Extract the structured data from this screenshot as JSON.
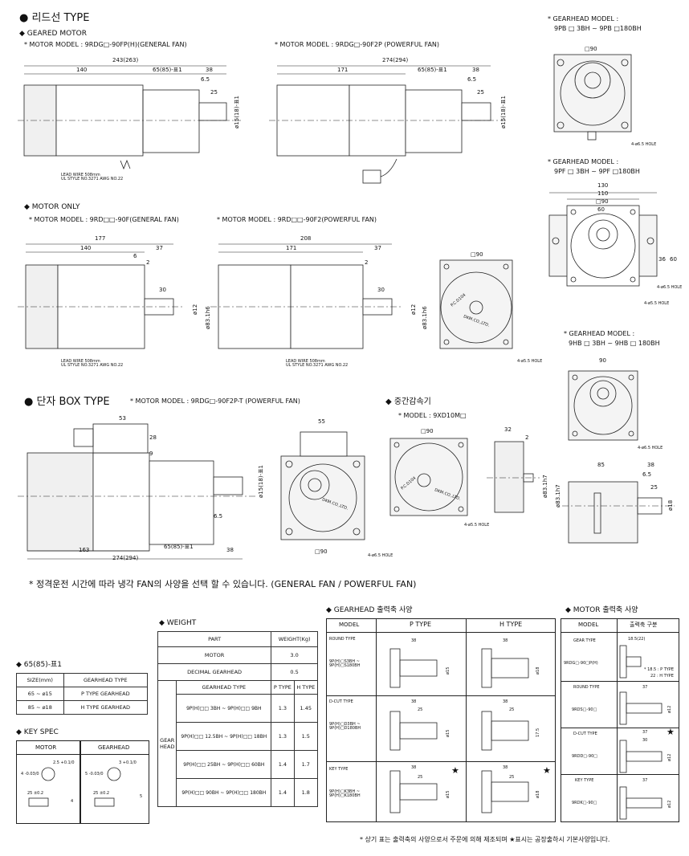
{
  "section_lead": {
    "title": "● 리드선 TYPE",
    "geared_motor": "◆ GEARED MOTOR",
    "model_general": "* MOTOR MODEL : 9RDG□-90FP(H)(GENERAL FAN)",
    "model_powerful": "* MOTOR MODEL : 9RDG□-90F2P (POWERFUL FAN)",
    "dims_g": {
      "total": "243(263)",
      "body": "140",
      "gear": "65(85)-표1",
      "shaft": "38",
      "d65": "6.5",
      "d25": "25",
      "dia": "ø15(18)-표1"
    },
    "dims_p": {
      "total": "274(294)",
      "body": "171",
      "gear": "65(85)-표1",
      "shaft": "38",
      "d65": "6.5",
      "d25": "25",
      "dia": "ø15(18)-표1"
    },
    "lead_note": "LEAD WIRE 508mm\nUL STYLE NO.3271 AWG NO.22"
  },
  "motor_only": {
    "title": "◆ MOTOR ONLY",
    "model_general": "* MOTOR MODEL : 9RD□□-90F(GENERAL FAN)",
    "model_powerful": "* MOTOR MODEL : 9RD□□-90F2(POWERFUL FAN)",
    "dims_g": {
      "total": "177",
      "body": "140",
      "shaft": "37",
      "a": "6",
      "b": "2",
      "c": "30",
      "dia": "ø12",
      "pilot": "ø83.1h6"
    },
    "dims_p": {
      "total": "208",
      "body": "171",
      "shaft": "37",
      "b": "2",
      "c": "30",
      "dia": "ø12",
      "pilot": "ø83.1h6"
    },
    "front": {
      "sq": "□90",
      "pcd": "P.C.D104",
      "hole": "4-ø5.5 HOLE",
      "logo": "DKM.CO.,LTD."
    }
  },
  "gearheads": [
    {
      "title": "* GEARHEAD MODEL :",
      "model": "9PB □ 3BH ~ 9PB □180BH",
      "sq": "□90",
      "hole": "4-ø6.5 HOLE"
    },
    {
      "title": "* GEARHEAD MODEL :",
      "model": "9PF □ 3BH ~ 9PF □180BH",
      "w1": "130",
      "w2": "110",
      "sq": "□90",
      "w3": "60",
      "h1": "36",
      "h2": "60",
      "hole1": "4-ø6.5 HOLE",
      "hole2": "4-ø5.5 HOLE"
    },
    {
      "title": "* GEARHEAD MODEL :",
      "model": "9HB □ 3BH ~ 9HB □ 180BH",
      "sq": "90",
      "hole": "4-ø6.5 HOLE",
      "d85": "85",
      "d38": "38",
      "d65": "6.5",
      "d25": "25",
      "pilot": "ø83.1h7",
      "dia": "ø18"
    }
  ],
  "box_type": {
    "title": "● 단자 BOX TYPE",
    "model": "* MOTOR MODEL : 9RDG□-90F2P-T (POWERFUL FAN)",
    "dims": {
      "top": "53",
      "h28": "28",
      "h9": "9",
      "body": "163",
      "gear": "65(85)-표1",
      "shaft": "38",
      "total": "274(294)",
      "d65": "6.5",
      "dia": "ø15(18)-표1"
    },
    "front": {
      "w": "55",
      "sq": "□90",
      "hole": "4-ø6.5 HOLE",
      "logo": "DKM.CO.,LTD."
    }
  },
  "middle": {
    "title": "◆ 중간감속기",
    "model": "* MODEL : 9XD10M□",
    "sq": "□90",
    "pcd": "P.C.D104",
    "hole": "4-ø5.5 HOLE",
    "w32": "32",
    "w2": "2",
    "pilot": "ø83.1h7",
    "logo": "DKM.CO.,LTD."
  },
  "notice": "* 정격운전 시간에 따라 냉각 FAN의 사양을 선택 할 수 있습니다. (GENERAL FAN / POWERFUL FAN)",
  "table1": {
    "title": "◆ 65(85)-표1",
    "headers": [
      "SIZE(mm)",
      "GEARHEAD TYPE"
    ],
    "rows": [
      [
        "65 ~ ø15",
        "P TYPE GEARHEAD"
      ],
      [
        "85 ~ ø18",
        "H TYPE GEARHEAD"
      ]
    ]
  },
  "keyspec": {
    "title": "◆ KEY SPEC",
    "headers": [
      "MOTOR",
      "GEARHEAD"
    ],
    "motor": [
      "2.5 +0.1/0",
      "4 -0.03/0",
      "25 ±0.2",
      "4"
    ],
    "gear": [
      "3 +0.1/0",
      "5 -0.03/0",
      "25 ±0.2",
      "5"
    ]
  },
  "weight": {
    "title": "◆ WEIGHT",
    "headers": [
      "PART",
      "WEIGHT(Kg)"
    ],
    "motor": [
      "MOTOR",
      "3.0"
    ],
    "decimal": [
      "DECIMAL GEARHEAD",
      "0.5"
    ],
    "gear_label": "GEAR HEAD",
    "sub_headers": [
      "GEARHEAD TYPE",
      "P TYPE",
      "H TYPE"
    ],
    "rows": [
      [
        "9P(H)□□ 3BH ~ 9P(H)□□ 9BH",
        "1.3",
        "1.45"
      ],
      [
        "9P(H)□□ 12.5BH ~ 9P(H)□□ 18BH",
        "1.3",
        "1.5"
      ],
      [
        "9P(H)□□ 25BH ~ 9P(H)□□ 60BH",
        "1.4",
        "1.7"
      ],
      [
        "9P(H)□□ 90BH ~ 9P(H)□□ 180BH",
        "1.4",
        "1.8"
      ]
    ]
  },
  "gearhead_shaft": {
    "title": "◆ GEARHEAD 출력축 사양",
    "headers": [
      "MODEL",
      "P TYPE",
      "H TYPE"
    ],
    "rows": [
      {
        "name": "ROUND TYPE",
        "model": "9P(H)□S3BH ~ 9P(H)□S180BH",
        "p": [
          "38",
          "ø15"
        ],
        "h": [
          "38",
          "ø18"
        ]
      },
      {
        "name": "D-CUT TYPE",
        "model": "9P(H)□D3BH ~ 9P(H)□D180BH",
        "p": [
          "38",
          "25",
          "ø15"
        ],
        "h": [
          "38",
          "25",
          "17.5"
        ]
      },
      {
        "name": "KEY TYPE",
        "model": "9P(H)□K3BH ~ 9P(H)□K180BH",
        "p": [
          "38",
          "25",
          "ø15"
        ],
        "h": [
          "38",
          "25",
          "ø18"
        ]
      }
    ],
    "star": "★"
  },
  "motor_shaft": {
    "title": "◆ MOTOR 출력축 사양",
    "headers": [
      "MODEL",
      "출력축 구분"
    ],
    "rows": [
      {
        "name": "GEAR TYPE",
        "model": "9RDG□-90□P(H)",
        "dims": [
          "18.5(22)",
          "* 18.5 : P TYPE",
          "22 : H TYPE"
        ]
      },
      {
        "name": "ROUND TYPE",
        "model": "9RDS□-90□",
        "dims": [
          "37",
          "ø12"
        ]
      },
      {
        "name": "D-CUT TYPE",
        "model": "9RDD□-90□",
        "dims": [
          "37",
          "30",
          "ø12"
        ]
      },
      {
        "name": "KEY TYPE",
        "model": "9RDK□-90□",
        "dims": [
          "37",
          "ø12"
        ]
      }
    ]
  },
  "footnote": "* 상기 표는 출력축의 사양으로서 주문에 의해 제조되며 ★표시는 공장출하시 기본사양입니다."
}
